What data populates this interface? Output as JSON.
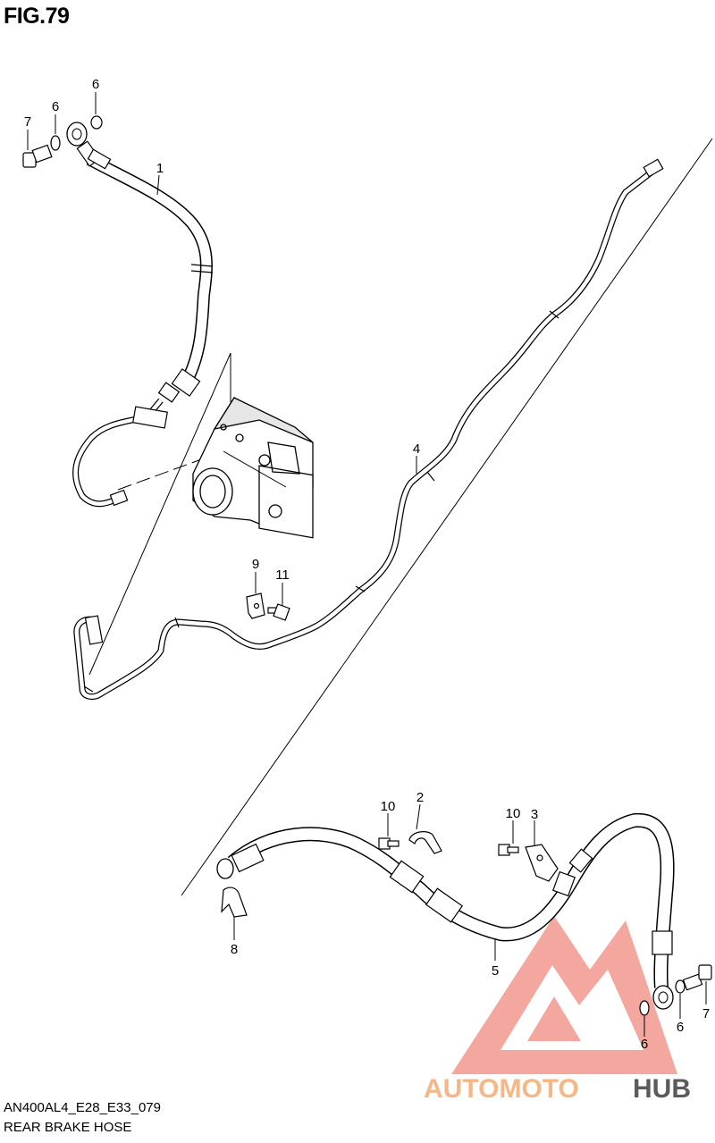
{
  "figure": {
    "title": "FIG.79",
    "code": "AN400AL4_E28_E33_079",
    "name": "REAR BRAKE HOSE"
  },
  "callouts": [
    {
      "id": "c1",
      "text": "1"
    },
    {
      "id": "c2",
      "text": "2"
    },
    {
      "id": "c3",
      "text": "3"
    },
    {
      "id": "c4",
      "text": "4"
    },
    {
      "id": "c5",
      "text": "5"
    },
    {
      "id": "c6a",
      "text": "6"
    },
    {
      "id": "c6b",
      "text": "6"
    },
    {
      "id": "c6c",
      "text": "6"
    },
    {
      "id": "c6d",
      "text": "6"
    },
    {
      "id": "c7a",
      "text": "7"
    },
    {
      "id": "c7b",
      "text": "7"
    },
    {
      "id": "c8",
      "text": "8"
    },
    {
      "id": "c9",
      "text": "9"
    },
    {
      "id": "c10a",
      "text": "10"
    },
    {
      "id": "c10b",
      "text": "10"
    },
    {
      "id": "c11",
      "text": "11"
    }
  ],
  "watermark": {
    "part1": "AUTOMOTO",
    "part2": "HUB",
    "color_primary": "#f07a6a",
    "color_secondary": "#f6b07a",
    "color_dark": "#4a4a4a"
  },
  "line_color": "#000000"
}
